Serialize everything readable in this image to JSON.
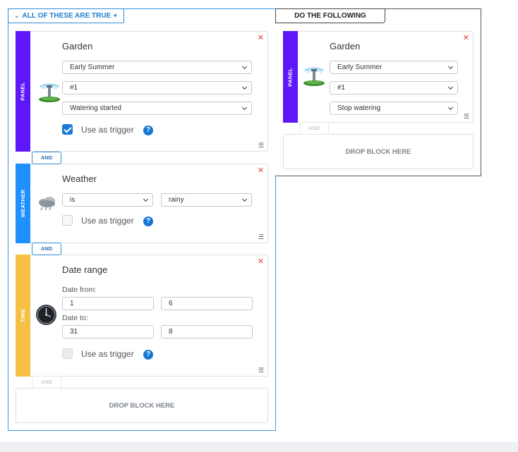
{
  "conditions": {
    "header": "ALL OF THESE ARE TRUE",
    "blocks": {
      "garden": {
        "side": "PANEL",
        "title": "Garden",
        "season": "Early Summer",
        "zone": "#1",
        "event": "Watering started",
        "trigger_label": "Use as trigger",
        "trigger_checked": true
      },
      "weather": {
        "side": "WEATHER",
        "title": "Weather",
        "operator": "is",
        "value": "rainy",
        "trigger_label": "Use as trigger",
        "trigger_checked": false
      },
      "date": {
        "side": "TIME",
        "title": "Date range",
        "from_label": "Date from:",
        "from_day": "1",
        "from_month": "6",
        "to_label": "Date to:",
        "to_day": "31",
        "to_month": "8",
        "trigger_label": "Use as trigger",
        "trigger_checked": false
      }
    },
    "and_label": "AND",
    "drop_label": "DROP BLOCK HERE"
  },
  "actions": {
    "header": "DO THE FOLLOWING",
    "blocks": {
      "garden": {
        "side": "PANEL",
        "title": "Garden",
        "season": "Early Summer",
        "zone": "#1",
        "action": "Stop watering"
      }
    },
    "and_label": "AND",
    "drop_label": "DROP BLOCK HERE"
  },
  "icons": {
    "remove": "close-icon",
    "drag": "drag-handle-icon",
    "help": "?",
    "chevron": "chevron-down-icon",
    "sprinkler": "sprinkler-icon",
    "rain_cloud": "rain-cloud-icon",
    "clock": "clock-icon"
  },
  "colors": {
    "accent": "#1e7fd2",
    "panel": "#5e16fa",
    "weather": "#1e90ff",
    "time": "#f5c044",
    "remove": "#e53b3b"
  }
}
